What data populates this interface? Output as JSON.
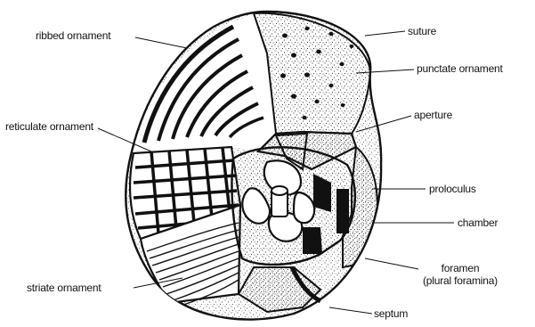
{
  "labels": {
    "ribbed": "ribbed ornament",
    "suture": "suture",
    "punctate": "punctate ornament",
    "aperture": "aperture",
    "reticulate": "reticulate ornament",
    "proloculus": "proloculus",
    "chamber": "chamber",
    "foramen_line1": "foramen",
    "foramen_line2": "(plural foramina)",
    "striate": "striate ornament",
    "septum": "septum"
  },
  "colors": {
    "ink": "#111111",
    "paper": "#ffffff"
  }
}
